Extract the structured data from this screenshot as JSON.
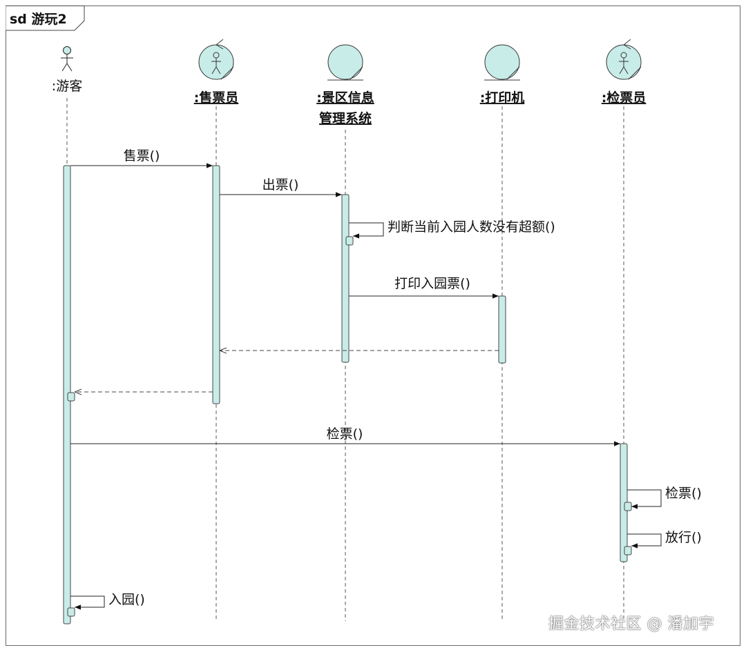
{
  "frame": {
    "title": "sd 游玩2"
  },
  "participants": [
    {
      "id": "tourist",
      "label": ":游客",
      "kind": "actor",
      "label_lines": [
        ":游客"
      ],
      "underlined": false
    },
    {
      "id": "seller",
      "label": ":售票员",
      "kind": "control-actor",
      "label_lines": [
        ":售票员"
      ],
      "underlined": true
    },
    {
      "id": "system",
      "label": ":景区信息管理系统",
      "kind": "entity",
      "label_lines": [
        ":景区信息",
        "管理系统"
      ],
      "underlined": true
    },
    {
      "id": "printer",
      "label": ":打印机",
      "kind": "entity",
      "label_lines": [
        ":打印机"
      ],
      "underlined": true
    },
    {
      "id": "checker",
      "label": ":检票员",
      "kind": "control-actor",
      "label_lines": [
        ":检票员"
      ],
      "underlined": true
    }
  ],
  "messages": [
    {
      "label": "售票()",
      "from": "tourist",
      "to": "seller",
      "type": "sync"
    },
    {
      "label": "出票()",
      "from": "seller",
      "to": "system",
      "type": "sync"
    },
    {
      "label": "判断当前入园人数没有超额()",
      "from": "system",
      "to": "system",
      "type": "self"
    },
    {
      "label": "打印入园票()",
      "from": "system",
      "to": "printer",
      "type": "sync"
    },
    {
      "label": "",
      "from": "printer",
      "to": "seller",
      "type": "return"
    },
    {
      "label": "",
      "from": "seller",
      "to": "tourist",
      "type": "return"
    },
    {
      "label": "检票()",
      "from": "tourist",
      "to": "checker",
      "type": "sync"
    },
    {
      "label": "检票()",
      "from": "checker",
      "to": "checker",
      "type": "self"
    },
    {
      "label": "放行()",
      "from": "checker",
      "to": "checker",
      "type": "self"
    },
    {
      "label": "入园()",
      "from": "tourist",
      "to": "tourist",
      "type": "self"
    }
  ],
  "watermark": "掘金技术社区 @ 潘加宇",
  "colors": {
    "fill": "#c8ece8",
    "stroke": "#333333",
    "line": "#222222",
    "dash": "#555555"
  }
}
